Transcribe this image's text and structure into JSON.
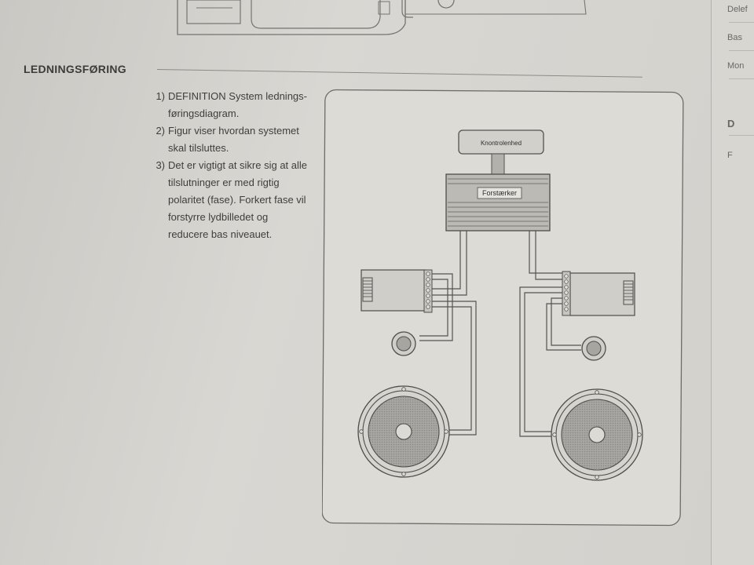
{
  "section": {
    "heading": "LEDNINGSFØRING"
  },
  "instructions": [
    {
      "num": "1)",
      "lines": [
        "DEFINITION System lednings-",
        "føringsdiagram."
      ]
    },
    {
      "num": "2)",
      "lines": [
        "Figur viser hvordan systemet",
        "skal tilsluttes."
      ]
    },
    {
      "num": "3)",
      "lines": [
        "Det er vigtigt at sikre sig at alle",
        "tilslutninger er med rigtig",
        "polaritet (fase). Forkert fase vil",
        "forstyrre lydbilledet og",
        "reducere bas niveauet."
      ]
    }
  ],
  "diagram": {
    "control_unit_label": "Knontrolenhed",
    "amplifier_label": "Forstærker"
  },
  "right_page": {
    "labels": [
      "Delef",
      "Bas",
      "Mon",
      "D",
      "F"
    ]
  }
}
